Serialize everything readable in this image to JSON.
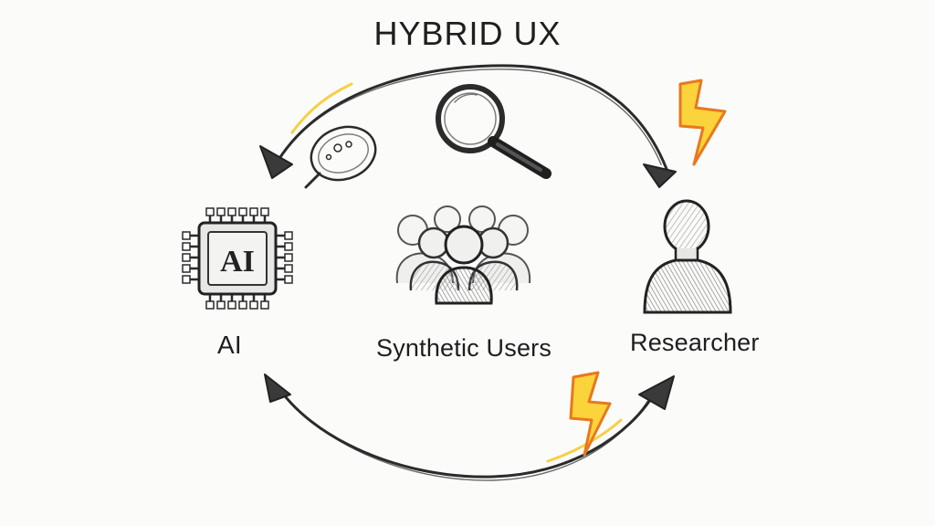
{
  "title": "HYBRID UX",
  "nodes": {
    "ai": {
      "label": "AI",
      "chip_text": "AI",
      "icon": "ai-chip-icon"
    },
    "synthetic_users": {
      "label": "Synthetic Users",
      "icon": "user-group-icon"
    },
    "researcher": {
      "label": "Researcher",
      "icon": "person-icon"
    }
  },
  "decorations": {
    "magnifier": "magnifying-glass-icon",
    "petri_dish": "petri-dish-icon",
    "lightning": "lightning-bolt-icon"
  },
  "colors": {
    "stroke": "#2b2b2b",
    "accent_yellow": "#f5c518",
    "accent_orange": "#e8781e",
    "background": "#fbfbfa"
  }
}
